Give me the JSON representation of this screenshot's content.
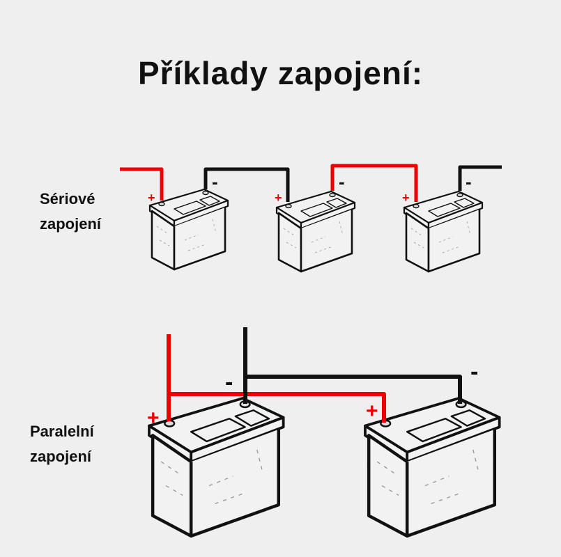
{
  "title": "Příklady zapojení:",
  "series": {
    "label_line1": "Sériové",
    "label_line2": "zapojení"
  },
  "parallel": {
    "label_line1": "Paralelní",
    "label_line2": "zapojení"
  },
  "signs": {
    "plus": "+",
    "minus": "-"
  },
  "colors": {
    "positive_wire": "#ee0000",
    "negative_wire": "#111111",
    "background": "#efefef"
  }
}
